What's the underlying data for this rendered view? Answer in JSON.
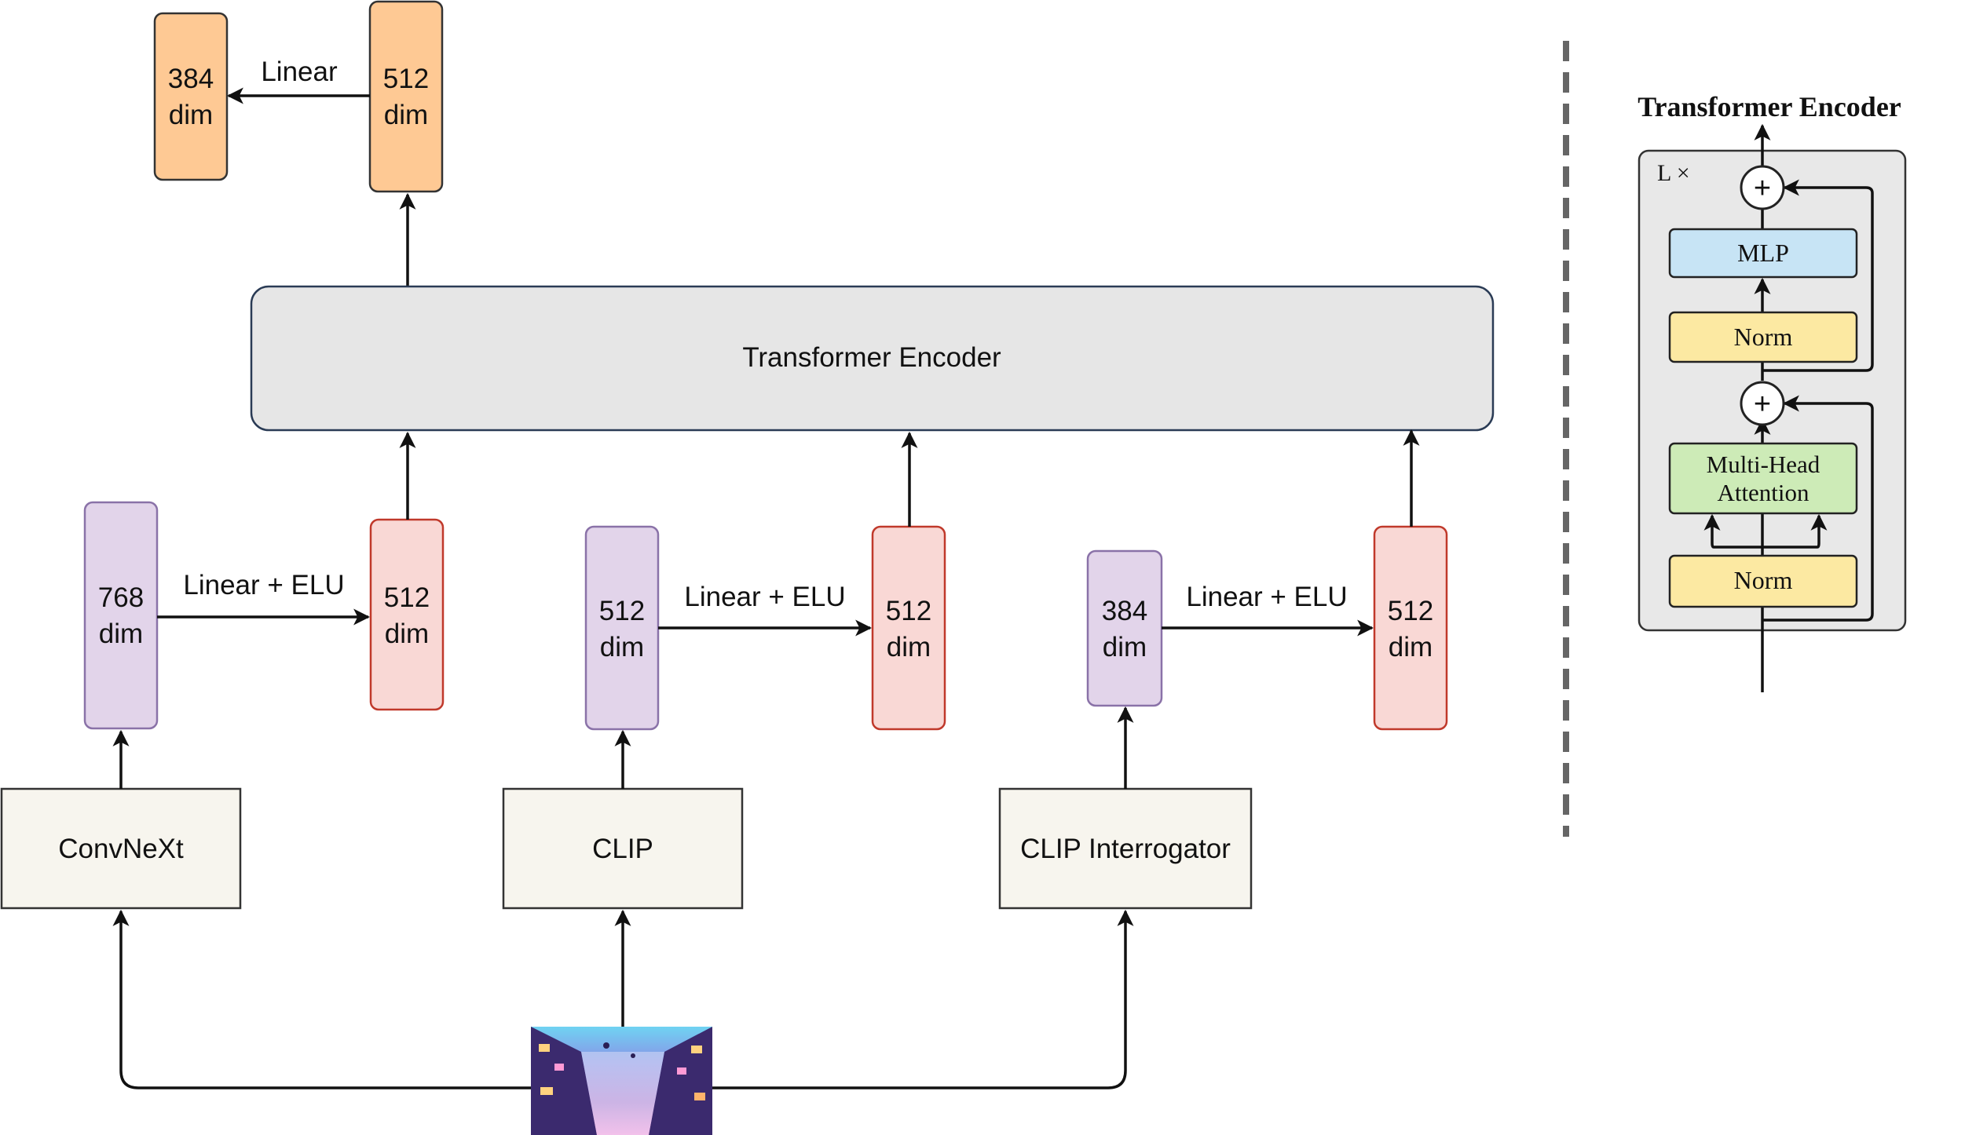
{
  "colors": {
    "output_box": "#FEC994",
    "input_box": "#E2D4EA",
    "proj_box": "#F9D8D5",
    "proj_border": "#C0392B",
    "encoder_bg": "#E6E6E6",
    "backbone_bg": "#F7F5EE",
    "mlp": "#C7E4F5",
    "norm": "#FCE9A2",
    "attention": "#CDEBB7",
    "stack_bg": "#E8E8E8"
  },
  "output": {
    "dim384": {
      "num": "384",
      "unit": "dim"
    },
    "dim512": {
      "num": "512",
      "unit": "dim"
    },
    "linear_label": "Linear"
  },
  "encoder_label": "Transformer Encoder",
  "branches": [
    {
      "backbone": "ConvNeXt",
      "in": {
        "num": "768",
        "unit": "dim"
      },
      "op": "Linear + ELU",
      "out": {
        "num": "512",
        "unit": "dim"
      }
    },
    {
      "backbone": "CLIP",
      "in": {
        "num": "512",
        "unit": "dim"
      },
      "op": "Linear + ELU",
      "out": {
        "num": "512",
        "unit": "dim"
      }
    },
    {
      "backbone": "CLIP Interrogator",
      "in": {
        "num": "384",
        "unit": "dim"
      },
      "op": "Linear + ELU",
      "out": {
        "num": "512",
        "unit": "dim"
      }
    }
  ],
  "image_icon": "anime-city-street-image",
  "detail": {
    "title": "Transformer Encoder",
    "repeat": "L ×",
    "mlp": "MLP",
    "norm_top": "Norm",
    "attention_line1": "Multi-Head",
    "attention_line2": "Attention",
    "norm_bottom": "Norm",
    "plus": "+"
  }
}
